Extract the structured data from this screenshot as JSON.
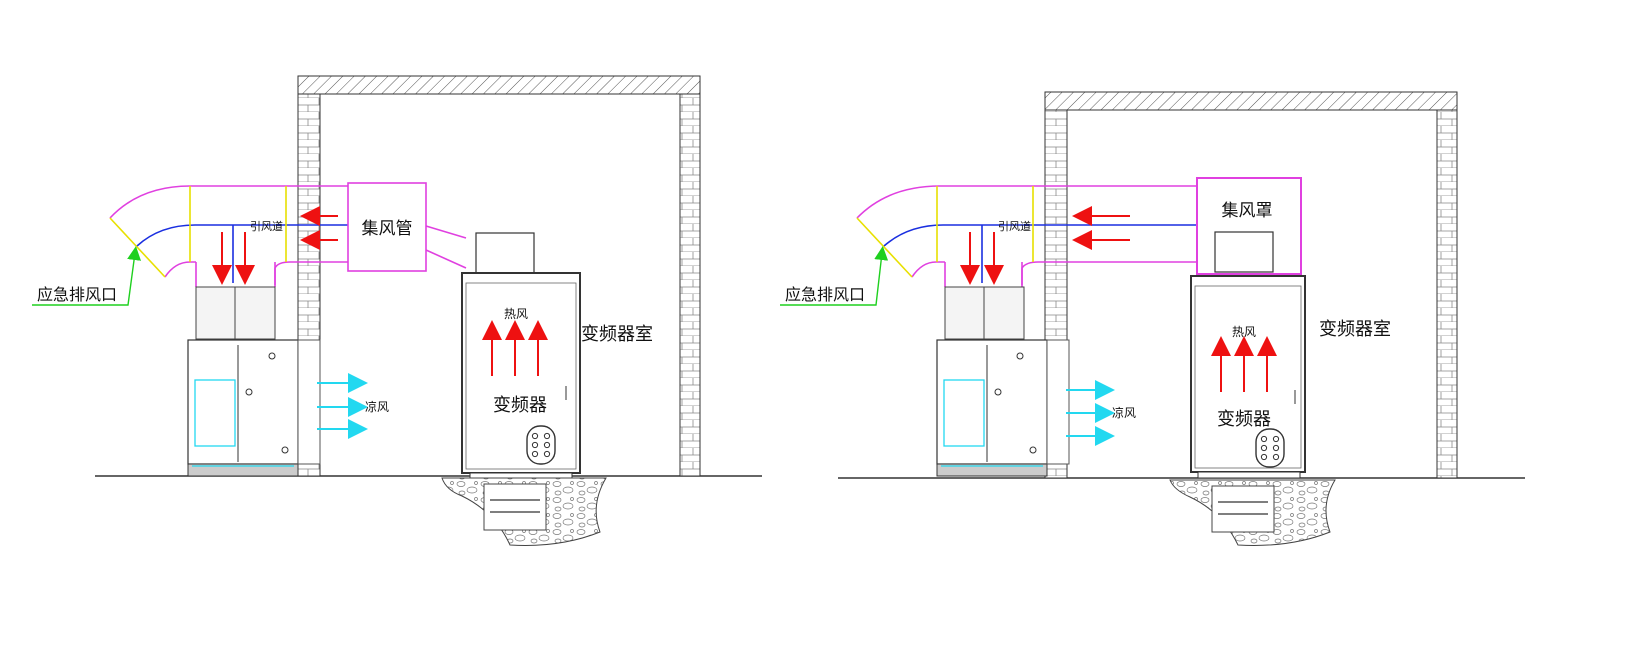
{
  "panels": [
    {
      "id": "left",
      "emergency_exhaust_label": "应急排风口",
      "duct_label": "引风道",
      "collector_label": "集风管",
      "hot_air_label": "热风",
      "vfd_label": "变频器",
      "room_label": "变频器室",
      "cool_air_label": "凉风"
    },
    {
      "id": "right",
      "emergency_exhaust_label": "应急排风口",
      "duct_label": "引风道",
      "collector_label": "集风罩",
      "hot_air_label": "热风",
      "vfd_label": "变频器",
      "room_label": "变频器室",
      "cool_air_label": "凉风"
    }
  ],
  "colors": {
    "duct_magenta": "#e040e0",
    "duct_blue": "#1a2fe0",
    "joint_yellow": "#e8e000",
    "leader_green": "#1fd01f",
    "hot_arrow_red": "#ee1111",
    "cool_arrow_cyan": "#22d8f0",
    "line_dark": "#333333"
  }
}
